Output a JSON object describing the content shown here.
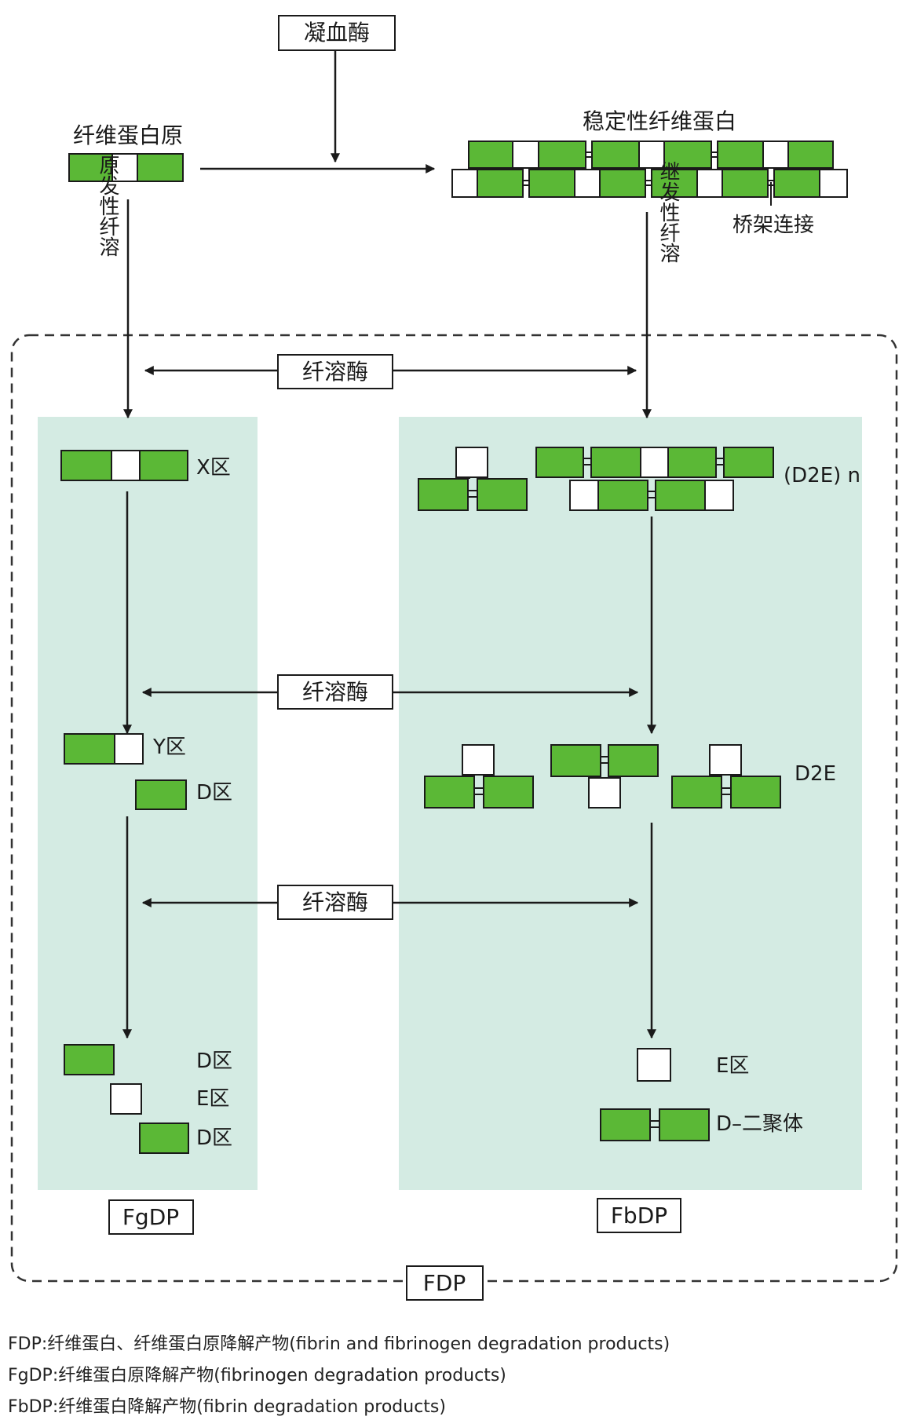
{
  "colors": {
    "green": "#5bb836",
    "panel": "#d4ebe3",
    "line": "#1a1a1a",
    "box_fill": "#ffffff"
  },
  "labels": {
    "thrombin": "凝血酶",
    "fibrinogen": "纤维蛋白原",
    "stable_fibrin": "稳定性纤维蛋白",
    "crosslink": "桥架连接",
    "primary_fibrinolysis": "原发性纤溶",
    "secondary_fibrinolysis": "继发性纤溶",
    "plasmin": "纤溶酶"
  },
  "fgdp_panel": {
    "x_region": "X区",
    "y_region": "Y区",
    "d_region": "D区",
    "final_d1": "D区",
    "final_e": "E区",
    "final_d2": "D区",
    "label": "FgDP"
  },
  "fbdp_panel": {
    "d2e_n": "(D2E) n",
    "d2e": "D2E",
    "e_region": "E区",
    "d_dimer": "D–二聚体",
    "label": "FbDP"
  },
  "fdp_label": "FDP",
  "legend": [
    "FDP:纤维蛋白、纤维蛋白原降解产物(fibrin and fibrinogen degradation products)",
    "FgDP:纤维蛋白原降解产物(fibrinogen degradation products)",
    "FbDP:纤维蛋白降解产物(fibrin degradation products)"
  ]
}
